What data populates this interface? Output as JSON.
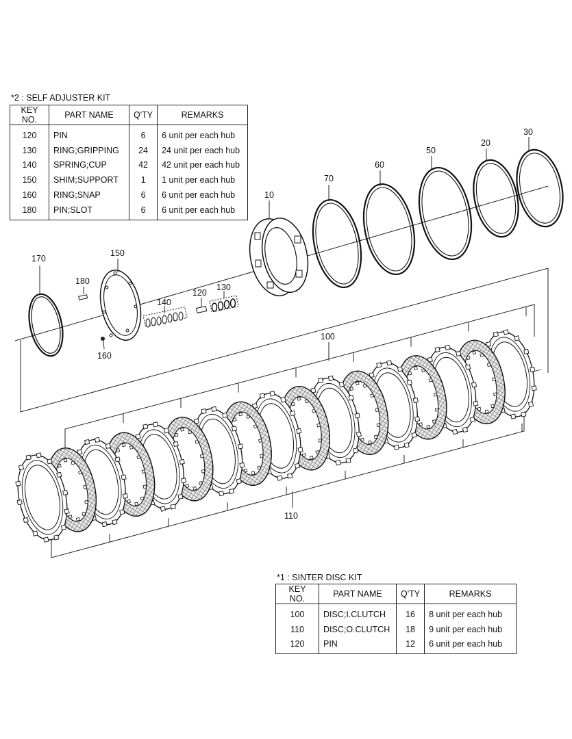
{
  "self_adjuster_kit": {
    "title": "*2 : SELF ADJUSTER KIT",
    "headers": {
      "key": "KEY NO.",
      "name": "PART NAME",
      "qty": "Q'TY",
      "remarks": "REMARKS"
    },
    "rows": [
      {
        "key": "120",
        "name": "PIN",
        "qty": "6",
        "remarks": "6 unit per each hub"
      },
      {
        "key": "130",
        "name": "RING;GRIPPING",
        "qty": "24",
        "remarks": "24 unit per each hub"
      },
      {
        "key": "140",
        "name": "SPRING;CUP",
        "qty": "42",
        "remarks": "42 unit per each hub"
      },
      {
        "key": "150",
        "name": "SHIM;SUPPORT",
        "qty": "1",
        "remarks": "1 unit per each hub"
      },
      {
        "key": "160",
        "name": "RING;SNAP",
        "qty": "6",
        "remarks": "6 unit per each hub"
      },
      {
        "key": "180",
        "name": "PIN;SLOT",
        "qty": "6",
        "remarks": "6 unit per each hub"
      }
    ]
  },
  "sinter_disc_kit": {
    "title": "*1 : SINTER DISC KIT",
    "headers": {
      "key": "KEY NO.",
      "name": "PART NAME",
      "qty": "Q'TY",
      "remarks": "REMARKS"
    },
    "rows": [
      {
        "key": "100",
        "name": "DISC;I.CLUTCH",
        "qty": "16",
        "remarks": "8 unit per each hub"
      },
      {
        "key": "110",
        "name": "DISC;O.CLUTCH",
        "qty": "18",
        "remarks": "9 unit per each hub"
      },
      {
        "key": "120",
        "name": "PIN",
        "qty": "12",
        "remarks": "6 unit per each hub"
      }
    ]
  },
  "callouts": {
    "c10": "10",
    "c20": "20",
    "c30": "30",
    "c50": "50",
    "c60": "60",
    "c70": "70",
    "c100": "100",
    "c110": "110",
    "c120": "120",
    "c130": "130",
    "c140": "140",
    "c150": "150",
    "c160": "160",
    "c170": "170",
    "c180": "180"
  }
}
